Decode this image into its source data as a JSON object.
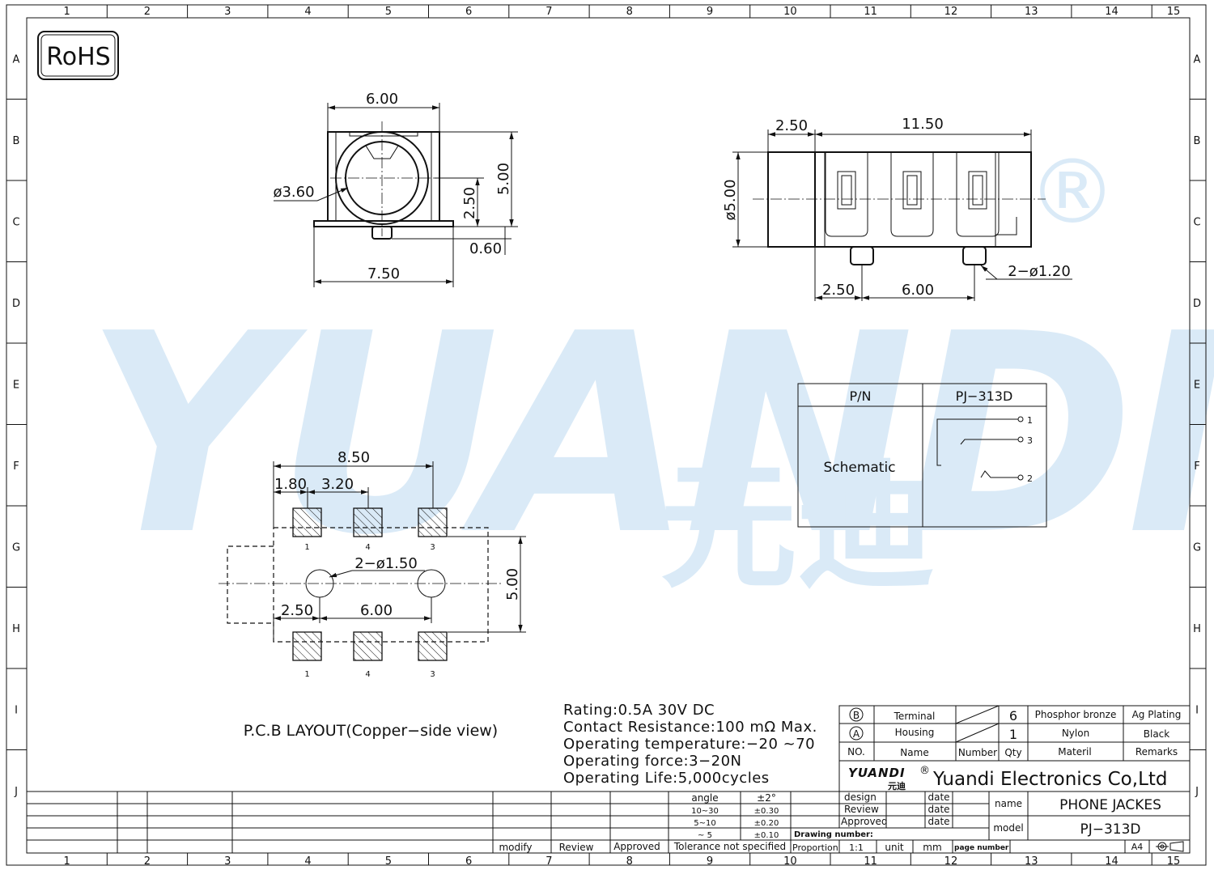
{
  "frame": {
    "col_numbers": [
      "1",
      "2",
      "3",
      "4",
      "5",
      "6",
      "7",
      "8",
      "9",
      "10",
      "11",
      "12",
      "13",
      "14",
      "15"
    ],
    "row_letters": [
      "A",
      "B",
      "C",
      "D",
      "E",
      "F",
      "G",
      "H",
      "I",
      "J"
    ]
  },
  "rohs_label": "RoHS",
  "watermark": {
    "brand": "YUANDI",
    "registered": "®",
    "chinese": "元迪",
    "color": "#5da5dc"
  },
  "front_view": {
    "dim_width_top": "6.00",
    "dim_height_right": "5.00",
    "dim_center_height": "2.50",
    "dim_diameter": "ø3.60",
    "dim_pin": "0.60",
    "dim_width_bottom": "7.50"
  },
  "side_view": {
    "dim_front": "2.50",
    "dim_length": "11.50",
    "dim_diameter": "ø5.00",
    "dim_pins": "2−ø1.20",
    "dim_pin_offset": "2.50",
    "dim_pin_pitch": "6.00"
  },
  "pcb_layout": {
    "dim_total": "8.50",
    "dim_a": "1.80",
    "dim_b": "3.20",
    "dim_holes": "2−ø1.50",
    "dim_height": "5.00",
    "dim_c": "2.50",
    "dim_d": "6.00",
    "pad_labels_top": [
      "1",
      "4",
      "3"
    ],
    "pad_labels_bottom": [
      "1",
      "4",
      "3"
    ],
    "caption": "P.C.B LAYOUT(Copper−side view)"
  },
  "schematic_box": {
    "col_pn": "P/N",
    "col_model": "PJ−313D",
    "row_label": "Schematic",
    "terminals": [
      "1",
      "3",
      "2"
    ]
  },
  "specs": [
    "Rating:0.5A 30V DC",
    "Contact Resistance:100 mΩ Max.",
    "Operating temperature:−20  ~70",
    "Operating force:3−20N",
    "Operating Life:5,000cycles"
  ],
  "bom": {
    "rows": [
      {
        "no": "B",
        "name": "Terminal",
        "number": "",
        "qty": "6",
        "material": "Phosphor bronze",
        "remarks": "Ag Plating"
      },
      {
        "no": "A",
        "name": "Housing",
        "number": "",
        "qty": "1",
        "material": "Nylon",
        "remarks": "Black"
      }
    ],
    "header": {
      "no": "NO.",
      "name": "Name",
      "number": "Number",
      "qty": "Qty",
      "material": "Materil",
      "remarks": "Remarks"
    }
  },
  "company": {
    "logo": "YUANDI",
    "logo_reg": "®",
    "logo_cn": "元迪",
    "name": "Yuandi Electronics Co,Ltd"
  },
  "title_block": {
    "design": "design",
    "review": "Review",
    "approved": "Approved",
    "date": "date",
    "name_label": "name",
    "name_value": "PHONE  JACKES",
    "model_label": "model",
    "model_value": "PJ−313D",
    "drawing_number": "Drawing  number:",
    "proportion": "Proportion",
    "scale": "1:1",
    "unit": "unit",
    "unit_value": "mm",
    "page_number": "page  number",
    "sheet": "A4",
    "modify": "modify",
    "rev_review": "Review",
    "rev_approved": "Approved",
    "tolerance_title": "Tolerance  not  specified",
    "tolerances": [
      {
        "range": "angle",
        "value": "±2°"
      },
      {
        "range": "10~30",
        "value": "±0.30"
      },
      {
        "range": "5~10",
        "value": "±0.20"
      },
      {
        "range": "~ 5",
        "value": "±0.10"
      }
    ]
  }
}
